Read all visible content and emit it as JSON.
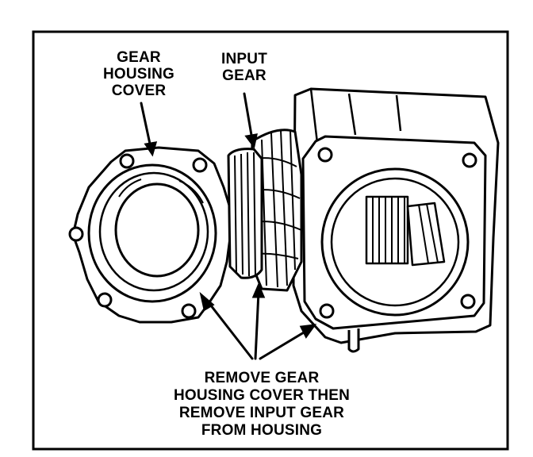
{
  "labels": {
    "gear_housing_cover": [
      "GEAR",
      "HOUSING",
      "COVER"
    ],
    "input_gear": [
      "INPUT",
      "GEAR"
    ],
    "instruction": [
      "REMOVE GEAR",
      "HOUSING COVER THEN",
      "REMOVE INPUT GEAR",
      "FROM HOUSING"
    ]
  }
}
